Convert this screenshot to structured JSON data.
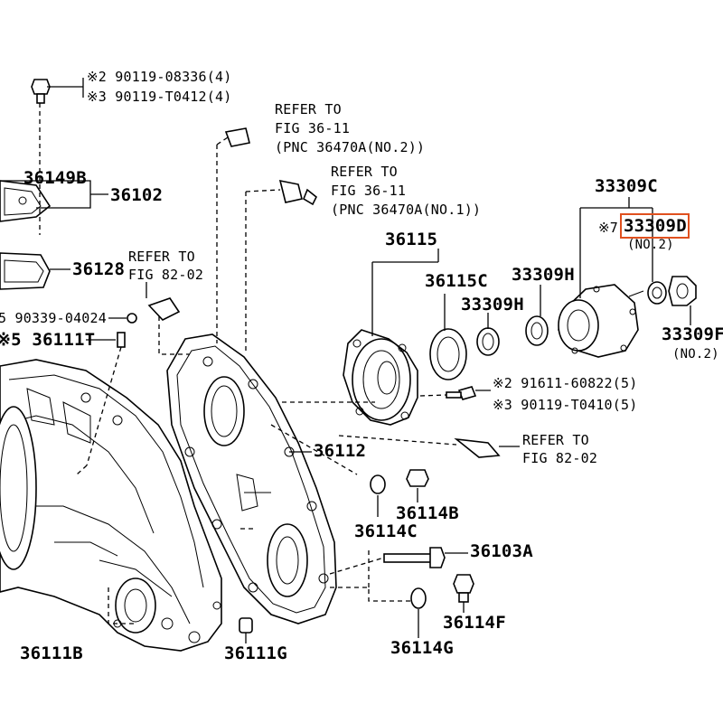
{
  "labels": {
    "bolt_a": "※2 90119-08336(4)",
    "bolt_b": "※3 90119-T0412(4)",
    "refer1_a": "REFER TO",
    "refer1_b": "FIG 36-11",
    "refer1_c": "(PNC 36470A(NO.2))",
    "refer2_a": "REFER TO",
    "refer2_b": "FIG 36-11",
    "refer2_c": "(PNC 36470A(NO.1))",
    "p36149B": "36149B",
    "p36102": "36102",
    "p36128": "36128",
    "refer3_a": "REFER TO",
    "refer3_b": "FIG 82-02",
    "p90339": "5 90339-04024",
    "p36111T": "※5 36111T",
    "p36115": "36115",
    "p36115C": "36115C",
    "p33309H_a": "33309H",
    "p33309H_b": "33309H",
    "p33309C": "33309C",
    "mark7": "※7",
    "p33309D": "33309D",
    "no2_d": "(NO.2)",
    "p33309F": "33309F",
    "no2_f": "(NO.2)",
    "bolt_c": "※2 91611-60822(5)",
    "bolt_d": "※3 90119-T0410(5)",
    "p36112": "36112",
    "refer4_a": "REFER TO",
    "refer4_b": "FIG 82-02",
    "p36114B": "36114B",
    "p36114C": "36114C",
    "p36103A": "36103A",
    "p36114F": "36114F",
    "p36114G": "36114G",
    "p36111B": "36111B",
    "p36111G": "36111G"
  },
  "highlight": {
    "part": "33309D",
    "color": "#e0501e"
  }
}
